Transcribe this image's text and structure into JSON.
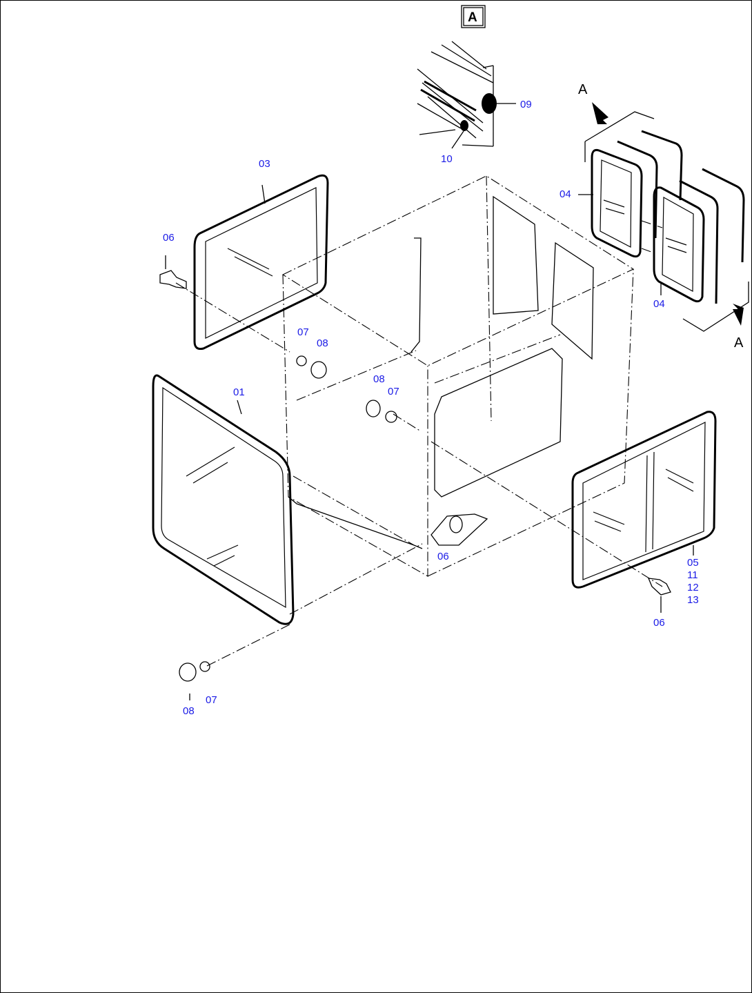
{
  "diagram": {
    "view_marker_box": "A",
    "view_marker_arrows": [
      "A",
      "A"
    ],
    "callouts": {
      "glass_front": "01",
      "glass_left": "03",
      "rear_glass_top": "04",
      "rear_glass_bottom": "04",
      "sliding_window": [
        "05",
        "11",
        "12",
        "13"
      ],
      "bolt_left": "06",
      "bolt_center": "06",
      "bolt_right": "06",
      "washer_center_upper": "07",
      "nut_center_upper": "08",
      "nut_center_mid": "08",
      "washer_center_mid": "07",
      "nut_bottom": "08",
      "washer_bottom": "07",
      "seal_detail": "09",
      "strip_detail": "10"
    }
  }
}
